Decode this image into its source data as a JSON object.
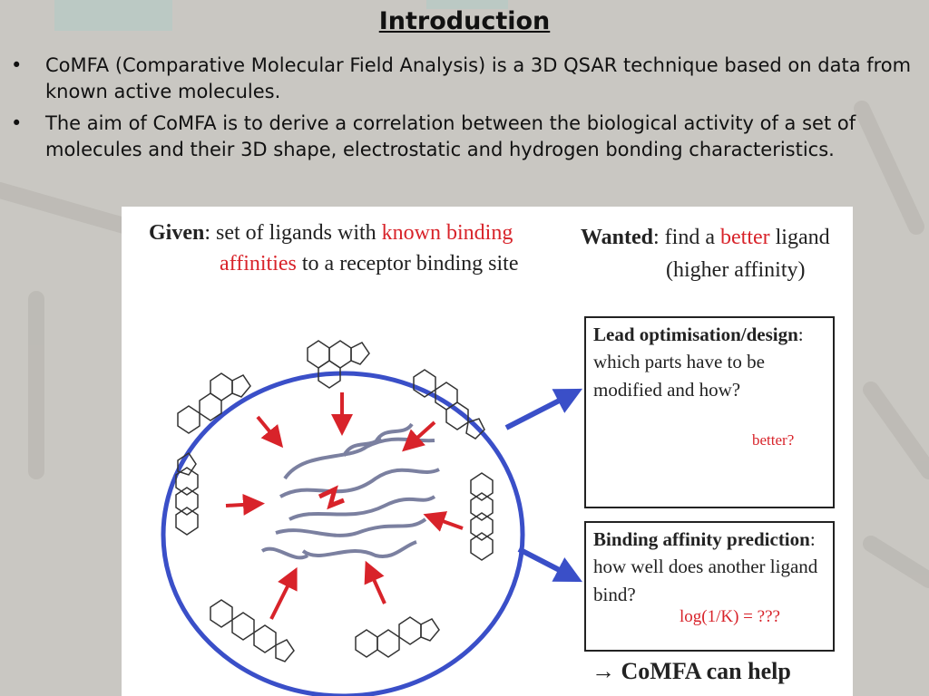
{
  "slide": {
    "title": "Introduction",
    "bullet_symbol": "•",
    "bullets": [
      "CoMFA (Comparative Molecular Field Analysis) is a 3D QSAR technique based on data from known active molecules.",
      "The aim of CoMFA is to derive a correlation between the biological activity of a set of molecules and their 3D shape, electrostatic and hydrogen bonding characteristics."
    ]
  },
  "figure": {
    "given_label": "Given",
    "given_text": ": set of ligands with ",
    "given_red": "known binding",
    "given_red2": "affinities",
    "given_tail": " to a receptor binding site",
    "wanted_label": "Wanted",
    "wanted_text": ": find a ",
    "wanted_red": "better",
    "wanted_tail": " ligand",
    "wanted_line2": "(higher affinity)",
    "lead_title": "Lead optimisation/design",
    "lead_title_colon": ":",
    "lead_body": "which parts have to be modified and how?",
    "better_label": "better?",
    "binding_title": "Binding affinity prediction",
    "binding_title_colon": ":",
    "binding_body": "how well does another ligand bind?",
    "logk": "log(1/K) = ???",
    "comfa_help": "→ CoMFA can help",
    "colors": {
      "red": "#d8232a",
      "blue": "#3a4fc8",
      "protein": "#7b80a0"
    }
  }
}
